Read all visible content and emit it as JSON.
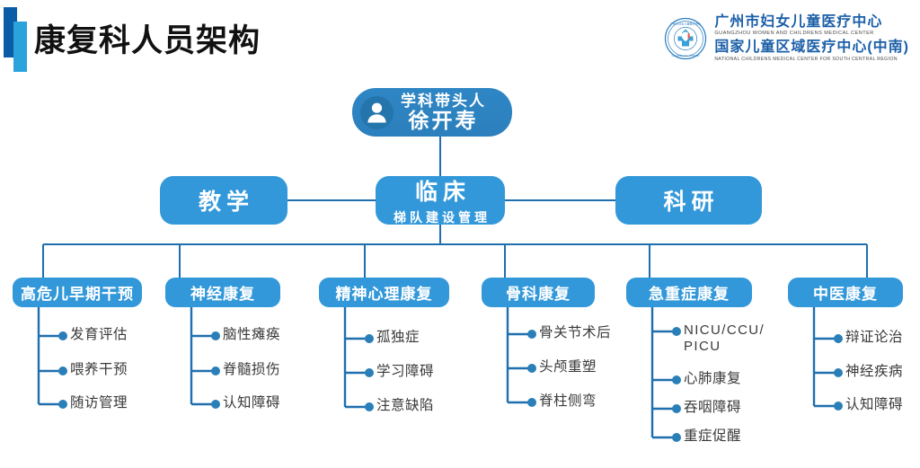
{
  "header": {
    "title": "康复科人员架构",
    "decor_dark_color": "#0a5ca6",
    "decor_light_color": "#2aa2dc"
  },
  "logo": {
    "seal_name": "hospital-seal",
    "line1_cn": "广州市妇女儿童医疗中心",
    "line1_en": "GUANGZHOU WOMEN AND CHILDRENS MEDICAL CENTER",
    "line2_cn": "国家儿童区域医疗中心(中南)",
    "line2_en": "NATIONAL CHILDRENS MEDICAL CENTER FOR SOUTH CENTRAL REGION",
    "brand_color": "#1b5fa8"
  },
  "colors": {
    "node_blue": "#3398da",
    "top_node_blue": "#2c7fbd",
    "line_blue": "#1f6fae",
    "dot_blue": "#2a7fb8",
    "leaf_text": "#3a3a3a"
  },
  "chart_data": {
    "type": "diagram",
    "title": "康复科人员架构",
    "root": {
      "role": "学科带头人",
      "name": "徐开寿"
    },
    "level2": [
      {
        "label": "教学",
        "sub": ""
      },
      {
        "label": "临床",
        "sub": "梯队建设管理"
      },
      {
        "label": "科研",
        "sub": ""
      }
    ],
    "level3": [
      {
        "label": "高危儿早期干预",
        "items": [
          "发育评估",
          "喂养干预",
          "随访管理"
        ]
      },
      {
        "label": "神经康复",
        "items": [
          "脑性瘫痪",
          "脊髓损伤",
          "认知障碍"
        ]
      },
      {
        "label": "精神心理康复",
        "items": [
          "孤独症",
          "学习障碍",
          "注意缺陷"
        ]
      },
      {
        "label": "骨科康复",
        "items": [
          "骨关节术后",
          "头颅重塑",
          "脊柱侧弯"
        ]
      },
      {
        "label": "急重症康复",
        "items": [
          "NICU/CCU/\nPICU",
          "心肺康复",
          "吞咽障碍",
          "重症促醒"
        ]
      },
      {
        "label": "中医康复",
        "items": [
          "辩证论治",
          "神经疾病",
          "认知障碍"
        ]
      }
    ]
  }
}
